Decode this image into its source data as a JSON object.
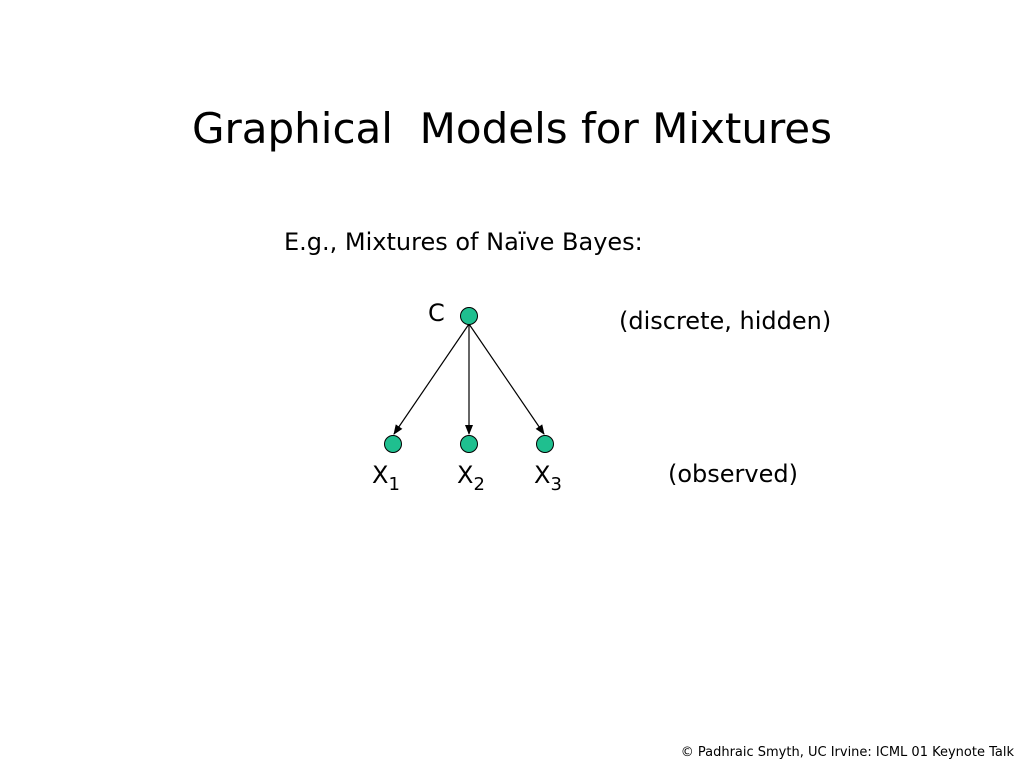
{
  "slide": {
    "title": "Graphical  Models for Mixtures",
    "subtitle": "E.g., Mixtures of Naïve Bayes:",
    "footer": "© Padhraic Smyth, UC Irvine: ICML 01 Keynote Talk"
  },
  "diagram": {
    "node_color": "#1fbf8f",
    "root": {
      "label": "C",
      "annotation": "(discrete, hidden)"
    },
    "children": [
      {
        "label": "X",
        "subscript": "1"
      },
      {
        "label": "X",
        "subscript": "2"
      },
      {
        "label": "X",
        "subscript": "3"
      }
    ],
    "children_annotation": "(observed)"
  }
}
